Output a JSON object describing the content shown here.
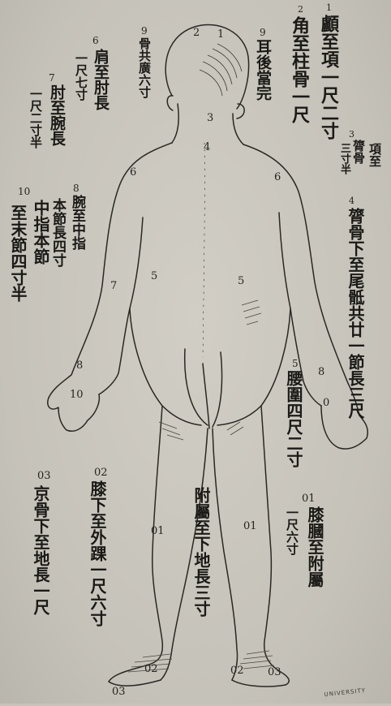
{
  "figure_numbers": {
    "head_1": "1",
    "head_2": "2",
    "neck_3": "3",
    "back_4": "4",
    "back_5_left": "5",
    "back_5_right": "5",
    "shoulder_6_left": "6",
    "shoulder_6_right": "6",
    "elbow_7": "7",
    "wrist_8_left": "8",
    "wrist_8_right": "8",
    "hand_10": "10",
    "hand_0_right": "0",
    "knee_01_left": "01",
    "knee_01_right": "01",
    "ankle_02_left": "02",
    "ankle_02_right": "02",
    "foot_03_left": "03",
    "foot_03_right": "03"
  },
  "labels": {
    "l1_num": "1",
    "l1_text": "顱至項一尺二寸",
    "l2_num": "2",
    "l2_text": "角至柱骨一尺",
    "l9_num": "9",
    "l9_text": "耳後當完",
    "l9b_num": "9",
    "l9b_text": "骨共廣六寸",
    "l6_num": "6",
    "l6_a": "肩至肘長",
    "l6_b": "一尺七寸",
    "l7_num": "7",
    "l7_a": "肘至腕長",
    "l7_b": "一尺二寸半",
    "l8_num": "8",
    "l8_a": "腕至中指",
    "l8_b": "本節長四寸",
    "l10_num": "10",
    "l10_a": "中指本節",
    "l10_b": "至末節四寸半",
    "l3_num": "3",
    "l3_a": "項至",
    "l3_b": "膂骨",
    "l3_c": "三寸半",
    "l4_num": "4",
    "l4_text": "膂骨下至尾骶共廿一節長三尺",
    "l5_num": "5",
    "l5_text": "腰圍四尺二寸",
    "l01_num": "01",
    "l01_a": "膝膕至附屬",
    "l01_b": "一尺六寸",
    "l_mid_text": "附屬至下地長三寸",
    "l02_num": "02",
    "l02_text": "膝下至外踝一尺六寸",
    "l03_num": "03",
    "l03_text": "京骨下至地長一尺"
  },
  "stamp_text": "UNIVERSITY"
}
